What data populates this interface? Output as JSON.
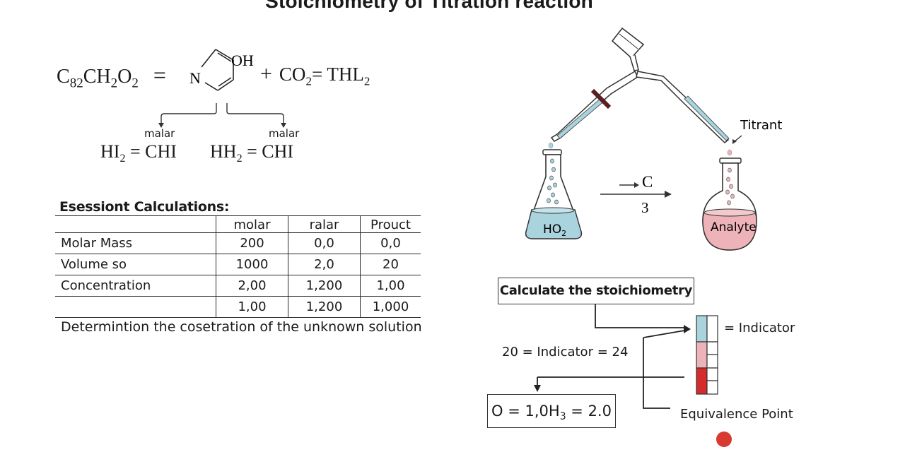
{
  "title": "Stoichiometry of Titration reaction",
  "equation": {
    "lhs": {
      "base": "C",
      "sub1": "82",
      "mid": "CH",
      "sub2": "2",
      "end": "O",
      "sub3": "2"
    },
    "equals": "=",
    "ring": {
      "n_label": "N",
      "oh_label": "OH"
    },
    "plus": "+",
    "co2": {
      "base": "CO",
      "sub": "2"
    },
    "rhs": {
      "eq": "= THL",
      "sub": "2"
    }
  },
  "products": [
    {
      "label": "malar",
      "base": "HI",
      "sub": "2",
      "rest": " = CHI"
    },
    {
      "label": "malar",
      "base": "HH",
      "sub": "2",
      "rest": " = CHI"
    }
  ],
  "calculations": {
    "heading": "Esessiont Calculations:",
    "columns": [
      "molar",
      "ralar",
      "Prouct"
    ],
    "rows": [
      {
        "label": "Molar Mass",
        "values": [
          "200",
          "0,0",
          "0,0"
        ]
      },
      {
        "label": "Volume so",
        "values": [
          "1000",
          "2,0",
          "20"
        ]
      },
      {
        "label": "Concentration",
        "values": [
          "2,00",
          "1,200",
          "1,00"
        ]
      },
      {
        "label": "",
        "values": [
          "1,00",
          "1,200",
          "1,000"
        ]
      }
    ],
    "note": "Determintion the cosetration of the unknown solution"
  },
  "apparatus": {
    "titrant_label": "Titrant",
    "flask_left": {
      "base": "HO",
      "sub": "2"
    },
    "flask_right": "Analyte",
    "arrow_top": "C",
    "arrow_bottom": "3"
  },
  "flow": {
    "box_title": "Calculate the stoichiometry",
    "indicator_label": "= Indicator",
    "range_text": "20 = Indicator = 24",
    "result": {
      "pre": "O = 1,0H",
      "sub": "3",
      "post": " = 2.0"
    },
    "equivalence_label": "Equivalence Point"
  },
  "colors": {
    "blue_solution": "#a9d3dd",
    "pink_solution": "#eeb3b8",
    "red_indicator": "#d42c2c",
    "equivalence_dot": "#d83a32"
  }
}
